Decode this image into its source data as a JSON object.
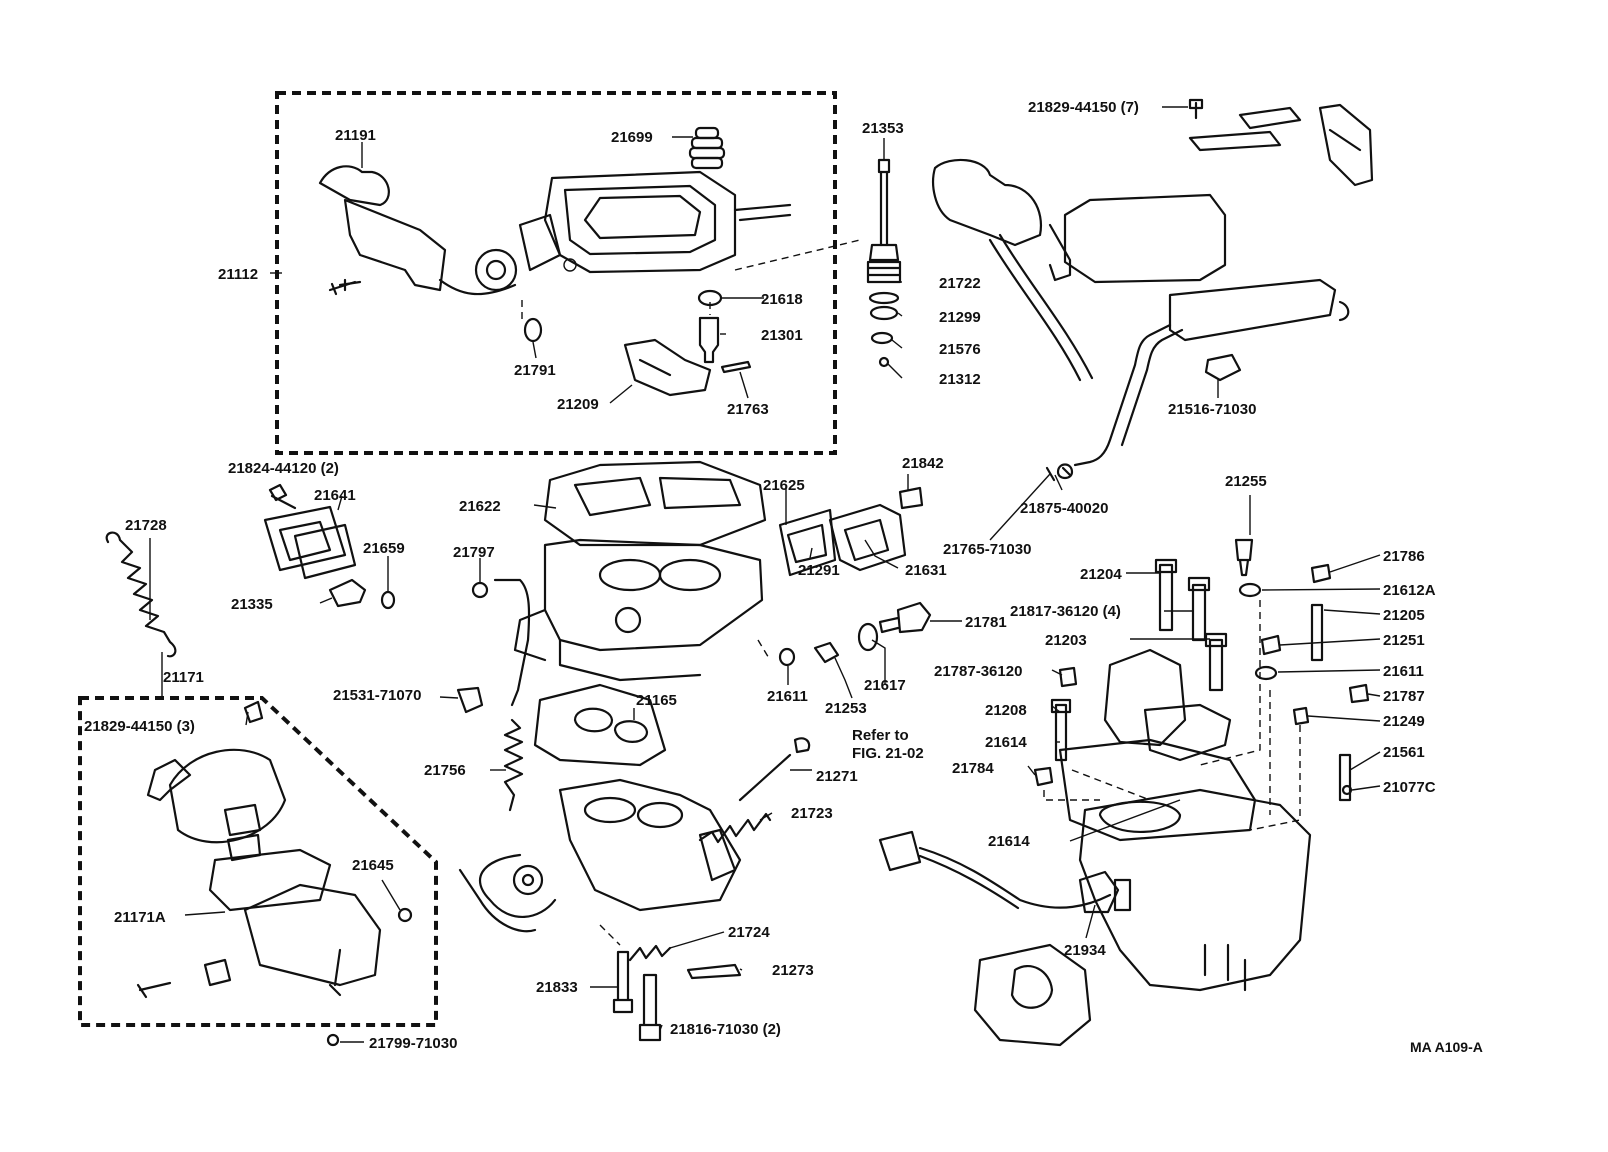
{
  "diagram": {
    "code": "MA A109-A",
    "labels": {
      "l21191": "21191",
      "l21699": "21699",
      "l21353": "21353",
      "l21829a": "21829-44150 (7)",
      "l21112": "21112",
      "l21722": "21722",
      "l21618": "21618",
      "l21299": "21299",
      "l21301": "21301",
      "l21576": "21576",
      "l21791": "21791",
      "l21312": "21312",
      "l21209": "21209",
      "l21763": "21763",
      "l21516": "21516-71030",
      "l21824": "21824-44120 (2)",
      "l21842": "21842",
      "l21641": "21641",
      "l21625": "21625",
      "l21622": "21622",
      "l21875": "21875-40020",
      "l21728": "21728",
      "l21659": "21659",
      "l21797": "21797",
      "l21765": "21765-71030",
      "l21255": "21255",
      "l21631": "21631",
      "l21291": "21291",
      "l21786": "21786",
      "l21204": "21204",
      "l21612A": "21612A",
      "l21335": "21335",
      "l21817": "21817-36120 (4)",
      "l21205": "21205",
      "l21781": "21781",
      "l21203": "21203",
      "l21251": "21251",
      "l21171": "21171",
      "l21787b": "21787-36120",
      "l21611b": "21611",
      "l21617": "21617",
      "l21531": "21531-71070",
      "l21611a": "21611",
      "l21787": "21787",
      "l21165": "21165",
      "l21253": "21253",
      "l21208": "21208",
      "l21829b": "21829-44150 (3)",
      "l21249": "21249",
      "l21refer1": "Refer to",
      "l21refer2": "FIG. 21-02",
      "l21614a": "21614",
      "l21561": "21561",
      "l21756": "21756",
      "l21271": "21271",
      "l21784": "21784",
      "l21077C": "21077C",
      "l21723": "21723",
      "l21645": "21645",
      "l21614b": "21614",
      "l21171A": "21171A",
      "l21934": "21934",
      "l21724": "21724",
      "l21273": "21273",
      "l21833": "21833",
      "l21816": "21816-71030 (2)",
      "l21799": "21799-71030"
    }
  }
}
